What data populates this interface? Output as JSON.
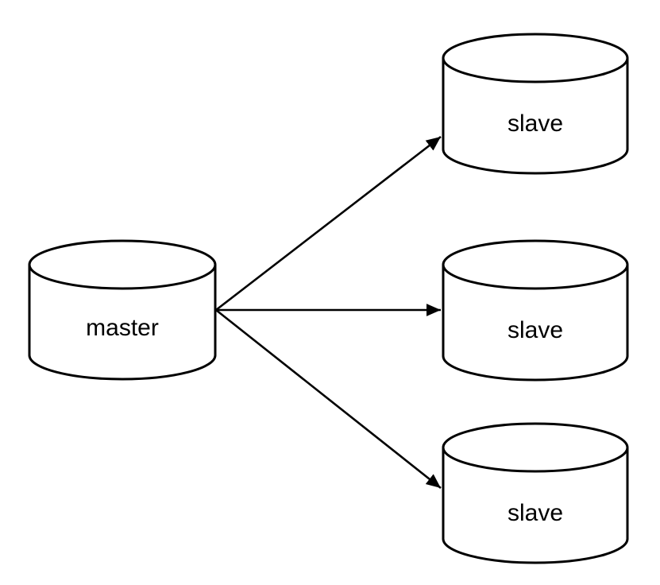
{
  "diagram": {
    "type": "database-replication-topology",
    "colors": {
      "stroke": "#000000",
      "node_fill": "#ffffff",
      "background": "#ffffff"
    },
    "nodes": {
      "master": {
        "label": "master",
        "shape": "database-cylinder"
      },
      "slave1": {
        "label": "slave",
        "shape": "database-cylinder"
      },
      "slave2": {
        "label": "slave",
        "shape": "database-cylinder"
      },
      "slave3": {
        "label": "slave",
        "shape": "database-cylinder"
      }
    },
    "edges": [
      {
        "from": "master",
        "to": "slave1",
        "style": "arrow"
      },
      {
        "from": "master",
        "to": "slave2",
        "style": "arrow"
      },
      {
        "from": "master",
        "to": "slave3",
        "style": "arrow"
      }
    ]
  }
}
